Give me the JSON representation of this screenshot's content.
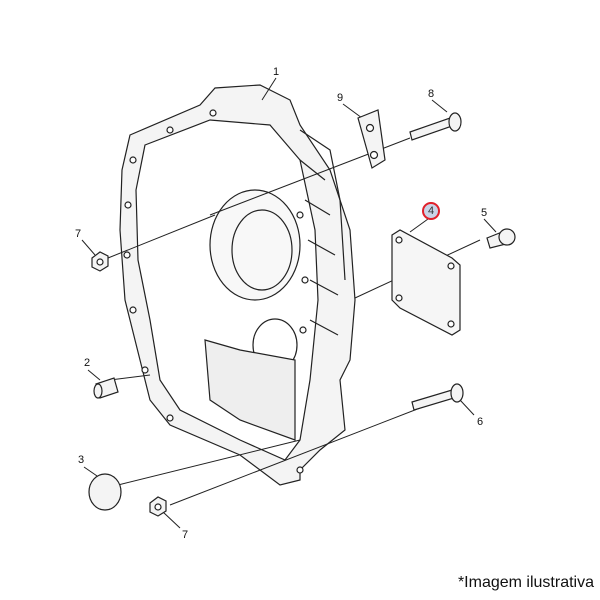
{
  "diagram": {
    "labels": {
      "housing": "1",
      "pin": "2",
      "plug": "3",
      "cover_plate": "4",
      "cover_bolt": "5",
      "lower_bolt": "6",
      "nut_upper": "7",
      "nut_lower": "7",
      "upper_bolt": "8",
      "bracket": "9"
    },
    "highlighted_part": "4",
    "highlight_color": "#e0202a",
    "highlight_fill": "#c9d3e6"
  },
  "caption": "*Imagem ilustrativa"
}
